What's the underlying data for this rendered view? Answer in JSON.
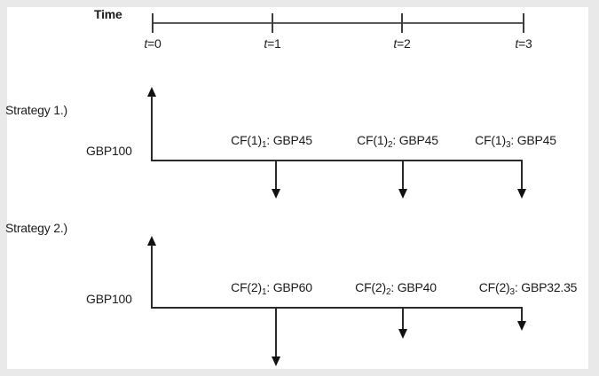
{
  "colors": {
    "background": "#e9e9e9",
    "panel": "#ffffff",
    "timeline_line": "#5a5a5a",
    "strategy_line": "#2a2a2a",
    "text": "#1b1b1b"
  },
  "timeline": {
    "label": "Time",
    "ticks": [
      {
        "var": "t",
        "eq": "=0"
      },
      {
        "var": "t",
        "eq": "=1"
      },
      {
        "var": "t",
        "eq": "=2"
      },
      {
        "var": "t",
        "eq": "=3"
      }
    ]
  },
  "strategies": [
    {
      "label": "Strategy 1.)",
      "initial_outflow": "GBP100",
      "cashflows": [
        {
          "prefix": "CF(1)",
          "sub": "1",
          "suffix": ": GBP45"
        },
        {
          "prefix": "CF(1)",
          "sub": "2",
          "suffix": ": GBP45"
        },
        {
          "prefix": "CF(1)",
          "sub": "3",
          "suffix": ": GBP45"
        }
      ]
    },
    {
      "label": "Strategy 2.)",
      "initial_outflow": "GBP100",
      "cashflows": [
        {
          "prefix": "CF(2)",
          "sub": "1",
          "suffix": ": GBP60"
        },
        {
          "prefix": "CF(2)",
          "sub": "2",
          "suffix": ": GBP40"
        },
        {
          "prefix": "CF(2)",
          "sub": "3",
          "suffix": ": GBP32.35"
        }
      ]
    }
  ]
}
